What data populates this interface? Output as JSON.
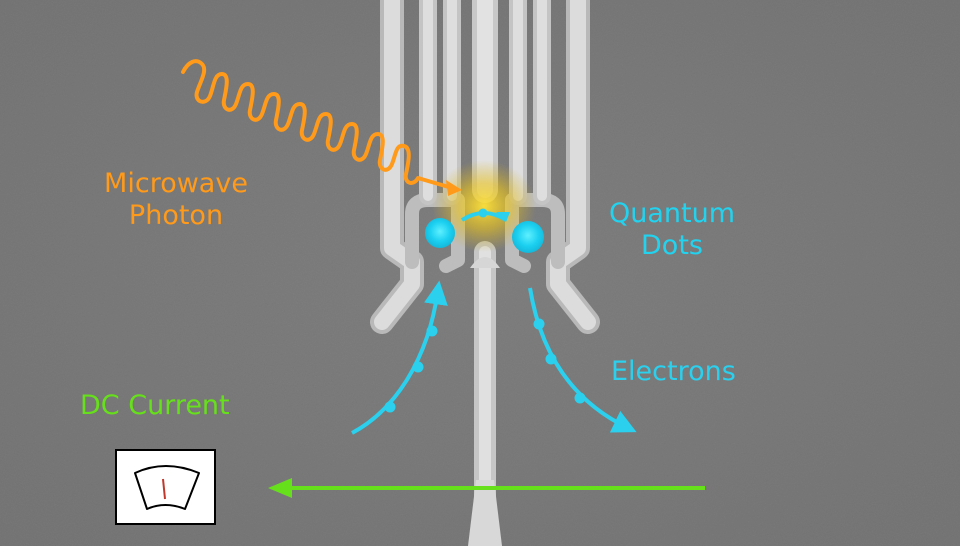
{
  "labels": {
    "microwave_photon": [
      "Microwave",
      "Photon"
    ],
    "quantum_dots": [
      "Quantum",
      "Dots"
    ],
    "electrons": "Electrons",
    "dc_current": "DC Current"
  },
  "colors": {
    "photon": "#ff9a1a",
    "dots": "#22d3f0",
    "electrons": "#2ad0ee",
    "current": "#66e01a",
    "gate_metal": "#d2d2d2",
    "substrate": "#7a7a7a",
    "glow": "#ffd21e"
  },
  "icons": {
    "meter": "ammeter-icon"
  }
}
